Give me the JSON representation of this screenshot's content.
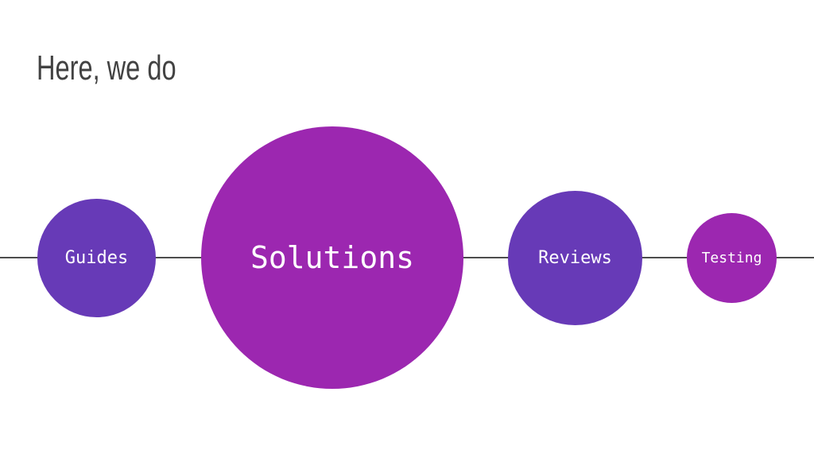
{
  "slide": {
    "title": "Here, we do"
  },
  "colors": {
    "title_text": "#424242",
    "line": "#4d4d4d",
    "indigo_node": "#673ab7",
    "purple_node": "#9c27b0",
    "label_text": "#ffffff"
  },
  "nodes": [
    {
      "label": "Guides",
      "color": "#673ab7"
    },
    {
      "label": "Solutions",
      "color": "#9c27b0"
    },
    {
      "label": "Reviews",
      "color": "#673ab7"
    },
    {
      "label": "Testing",
      "color": "#9c27b0"
    }
  ]
}
